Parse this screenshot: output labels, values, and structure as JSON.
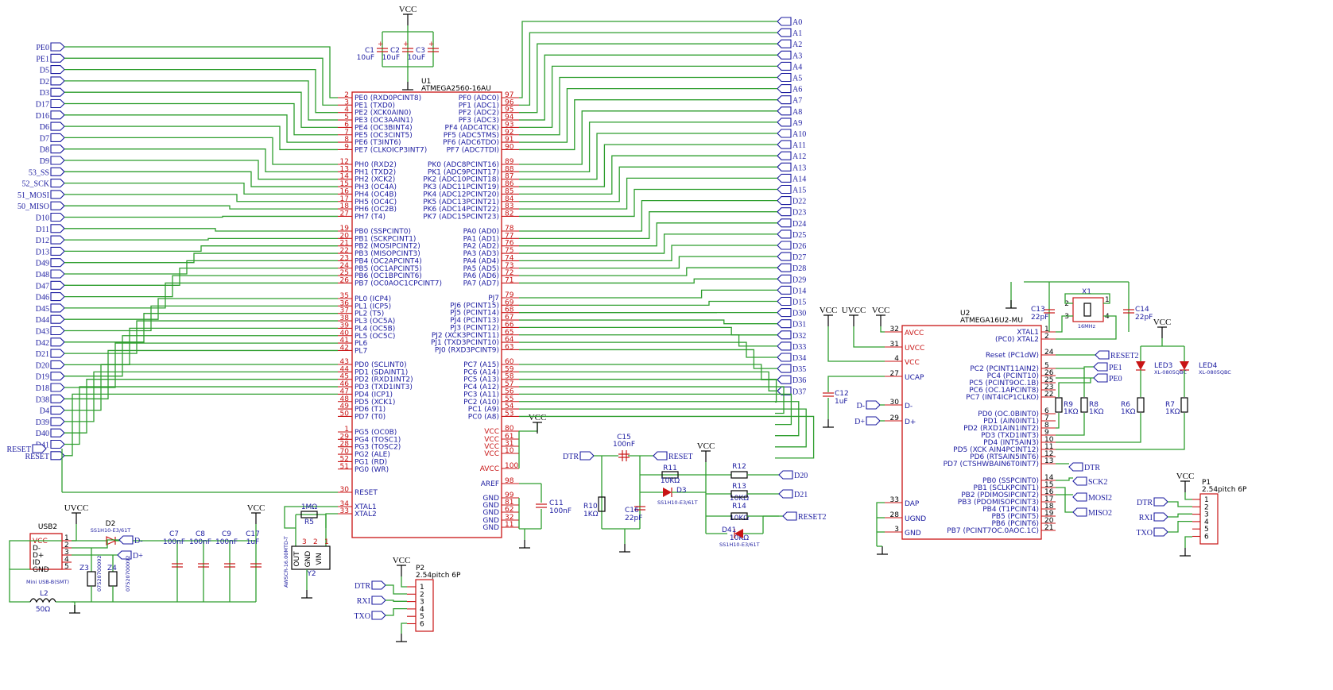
{
  "u1": {
    "ref": "U1",
    "value": "ATMEGA2560-16AU",
    "left_pins": [
      {
        "name": "PE0 (RXD0PCINT8)",
        "num": "2",
        "net": "PE0"
      },
      {
        "name": "PE1 (TXD0)",
        "num": "3",
        "net": "PE1"
      },
      {
        "name": "PE2 (XCK0AIN0)",
        "num": "4",
        "net": "D5"
      },
      {
        "name": "PE3 (OC3AAIN1)",
        "num": "5",
        "net": "D2"
      },
      {
        "name": "PE4 (OC3BINT4)",
        "num": "6",
        "net": "D3"
      },
      {
        "name": "PE5 (OC3CINT5)",
        "num": "7",
        "net": "D17"
      },
      {
        "name": "PE6 (T3INT6)",
        "num": "8",
        "net": "D16"
      },
      {
        "name": "PE7 (CLKOICP3INT7)",
        "num": "9",
        "net": "D6"
      },
      {
        "name": "PH0 (RXD2)",
        "num": "12",
        "net": "D7"
      },
      {
        "name": "PH1 (TXD2)",
        "num": "13",
        "net": "D8"
      },
      {
        "name": "PH2 (XCK2)",
        "num": "14",
        "net": "D9"
      },
      {
        "name": "PH3 (OC4A)",
        "num": "15",
        "net": "53_SS"
      },
      {
        "name": "PH4 (OC4B)",
        "num": "16",
        "net": "52_SCK"
      },
      {
        "name": "PH5 (OC4C)",
        "num": "17",
        "net": "51_MOSI"
      },
      {
        "name": "PH6 (OC2B)",
        "num": "18",
        "net": "50_MISO"
      },
      {
        "name": "PH7 (T4)",
        "num": "27",
        "net": "D10"
      },
      {
        "name": "PB0 (SSPCINT0)",
        "num": "19",
        "net": "D11"
      },
      {
        "name": "PB1 (SCKPCINT1)",
        "num": "20",
        "net": "D12"
      },
      {
        "name": "PB2 (MOSIPCINT2)",
        "num": "21",
        "net": "D13"
      },
      {
        "name": "PB3 (MISOPCINT3)",
        "num": "22",
        "net": "D49"
      },
      {
        "name": "PB4 (OC2APCINT4)",
        "num": "23",
        "net": "D48"
      },
      {
        "name": "PB5 (OC1APCINT5)",
        "num": "24",
        "net": "D47"
      },
      {
        "name": "PB6 (OC1BPCINT6)",
        "num": "25",
        "net": "D46"
      },
      {
        "name": "PB7 (OC0AOC1CPCINT7)",
        "num": "26",
        "net": "D45"
      },
      {
        "name": "PL0 (ICP4)",
        "num": "35",
        "net": "D44"
      },
      {
        "name": "PL1 (ICP5)",
        "num": "36",
        "net": "D43"
      },
      {
        "name": "PL2 (T5)",
        "num": "37",
        "net": "D42"
      },
      {
        "name": "PL3 (OC5A)",
        "num": "38",
        "net": "D21"
      },
      {
        "name": "PL4 (OC5B)",
        "num": "39",
        "net": "D20"
      },
      {
        "name": "PL5 (OC5C)",
        "num": "40",
        "net": "D19"
      },
      {
        "name": "PL6",
        "num": "41",
        "net": "D18"
      },
      {
        "name": "PL7",
        "num": "42",
        "net": "D38"
      },
      {
        "name": "PD0 (SCLINT0)",
        "num": "43",
        "net": "D4"
      },
      {
        "name": "PD1 (SDAINT1)",
        "num": "44",
        "net": "D39"
      },
      {
        "name": "PD2 (RXD1INT2)",
        "num": "45",
        "net": "D40"
      },
      {
        "name": "PD3 (TXD1INT3)",
        "num": "46",
        "net": "D41"
      },
      {
        "name": "PD4 (ICP1)",
        "num": "47",
        "net": "RESET"
      },
      {
        "name": "PD5 (XCK1)",
        "num": "48",
        "net": ""
      },
      {
        "name": "PD6 (T1)",
        "num": "49",
        "net": ""
      },
      {
        "name": "PD7 (T0)",
        "num": "50",
        "net": ""
      },
      {
        "name": "PG5 (OC0B)",
        "num": "1",
        "net": ""
      },
      {
        "name": "PG4 (TOSC1)",
        "num": "29",
        "net": ""
      },
      {
        "name": "PG3 (TOSC2)",
        "num": "28",
        "net": ""
      },
      {
        "name": "PG2 (ALE)",
        "num": "70",
        "net": ""
      },
      {
        "name": "PG1 (RD)",
        "num": "52",
        "net": ""
      },
      {
        "name": "PG0 (WR)",
        "num": "51",
        "net": ""
      },
      {
        "name": "RESET",
        "num": "30",
        "net": ""
      },
      {
        "name": "XTAL1",
        "num": "34",
        "net": ""
      },
      {
        "name": "XTAL2",
        "num": "33",
        "net": ""
      }
    ],
    "right_pins": [
      {
        "name": "PF0 (ADC0)",
        "num": "97",
        "net": "A0"
      },
      {
        "name": "PF1 (ADC1)",
        "num": "96",
        "net": "A1"
      },
      {
        "name": "PF2 (ADC2)",
        "num": "95",
        "net": "A2"
      },
      {
        "name": "PF3 (ADC3)",
        "num": "94",
        "net": "A3"
      },
      {
        "name": "PF4 (ADC4TCK)",
        "num": "93",
        "net": "A4"
      },
      {
        "name": "PF5 (ADC5TMS)",
        "num": "92",
        "net": "A5"
      },
      {
        "name": "PF6 (ADC6TDO)",
        "num": "91",
        "net": "A6"
      },
      {
        "name": "PF7 (ADC7TDI)",
        "num": "90",
        "net": "A7"
      },
      {
        "name": "PK0 (ADC8PCINT16)",
        "num": "89",
        "net": "A8"
      },
      {
        "name": "PK1 (ADC9PCINT17)",
        "num": "88",
        "net": "A9"
      },
      {
        "name": "PK2 (ADC10PCINT18)",
        "num": "87",
        "net": "A10"
      },
      {
        "name": "PK3 (ADC11PCINT19)",
        "num": "86",
        "net": "A11"
      },
      {
        "name": "PK4 (ADC12PCINT20)",
        "num": "85",
        "net": "A12"
      },
      {
        "name": "PK5 (ADC13PCINT21)",
        "num": "84",
        "net": "A13"
      },
      {
        "name": "PK6 (ADC14PCINT22)",
        "num": "83",
        "net": "A14"
      },
      {
        "name": "PK7 (ADC15PCINT23)",
        "num": "82",
        "net": "A15"
      },
      {
        "name": "PA0 (AD0)",
        "num": "78",
        "net": "D22"
      },
      {
        "name": "PA1 (AD1)",
        "num": "77",
        "net": "D23"
      },
      {
        "name": "PA2 (AD2)",
        "num": "76",
        "net": "D24"
      },
      {
        "name": "PA3 (AD3)",
        "num": "75",
        "net": "D25"
      },
      {
        "name": "PA4 (AD4)",
        "num": "74",
        "net": "D26"
      },
      {
        "name": "PA5 (AD5)",
        "num": "73",
        "net": "D27"
      },
      {
        "name": "PA6 (AD6)",
        "num": "72",
        "net": "D28"
      },
      {
        "name": "PA7 (AD7)",
        "num": "71",
        "net": "D29"
      },
      {
        "name": "PJ7",
        "num": "79",
        "net": "D14"
      },
      {
        "name": "PJ6 (PCINT15)",
        "num": "69",
        "net": "D15"
      },
      {
        "name": "PJ5 (PCINT14)",
        "num": "68",
        "net": "D30"
      },
      {
        "name": "PJ4 (PCINT13)",
        "num": "67",
        "net": "D31"
      },
      {
        "name": "PJ3 (PCINT12)",
        "num": "66",
        "net": "D32"
      },
      {
        "name": "PJ2 (XCK3PCINT11)",
        "num": "65",
        "net": "D33"
      },
      {
        "name": "PJ1 (TXD3PCINT10)",
        "num": "64",
        "net": "D34"
      },
      {
        "name": "PJ0 (RXD3PCINT9)",
        "num": "63",
        "net": "D35"
      },
      {
        "name": "PC7 (A15)",
        "num": "60",
        "net": "D36"
      },
      {
        "name": "PC6 (A14)",
        "num": "59",
        "net": "D37"
      },
      {
        "name": "PC5 (A13)",
        "num": "58",
        "net": ""
      },
      {
        "name": "PC4 (A12)",
        "num": "57",
        "net": ""
      },
      {
        "name": "PC3 (A11)",
        "num": "56",
        "net": ""
      },
      {
        "name": "PC2 (A10)",
        "num": "55",
        "net": ""
      },
      {
        "name": "PC1 (A9)",
        "num": "54",
        "net": ""
      },
      {
        "name": "PC0 (A8)",
        "num": "53",
        "net": ""
      }
    ],
    "power_pins": [
      {
        "name": "VCC",
        "num": "80"
      },
      {
        "name": "VCC",
        "num": "61"
      },
      {
        "name": "VCC",
        "num": "31"
      },
      {
        "name": "VCC",
        "num": "10"
      },
      {
        "name": "AVCC",
        "num": "100"
      }
    ],
    "aref": {
      "name": "AREF",
      "num": "98"
    },
    "gnd_pins": [
      {
        "name": "GND",
        "num": "99"
      },
      {
        "name": "GND",
        "num": "81"
      },
      {
        "name": "GND",
        "num": "62"
      },
      {
        "name": "GND",
        "num": "32"
      },
      {
        "name": "GND",
        "num": "11"
      }
    ]
  },
  "caps_top": [
    {
      "ref": "C1",
      "value": "10uF"
    },
    {
      "ref": "C2",
      "value": "10uF"
    },
    {
      "ref": "C3",
      "value": "10uF"
    }
  ],
  "power_labels": {
    "vcc": "VCC",
    "uvcc": "UVCC"
  },
  "c11": {
    "ref": "C11",
    "value": "100nF"
  },
  "r5": {
    "ref": "R5",
    "value": "1MΩ"
  },
  "y2": {
    "ref": "Y2",
    "value": "AWSCR-16.00MTD-T",
    "pins": [
      "OUT",
      "GND",
      "VIN"
    ],
    "nums": [
      "3",
      "2",
      "1"
    ]
  },
  "usb": {
    "ref": "USB2",
    "value": "Mini USB-B(SMT)",
    "pins": [
      "VCC",
      "D-",
      "D+",
      "ID",
      "GND"
    ],
    "nums": [
      "1",
      "2",
      "3",
      "4",
      "5"
    ],
    "d2": {
      "ref": "D2",
      "value": "SS1H10-E3/61T"
    },
    "l2": {
      "ref": "L2",
      "value": "50Ω"
    },
    "z3": {
      "ref": "Z3",
      "value": "07520700092"
    },
    "z4": {
      "ref": "Z4",
      "value": "07520700092"
    },
    "dminus": "D-",
    "dplus": "D+"
  },
  "caps_usb": [
    {
      "ref": "C7",
      "value": "100nF"
    },
    {
      "ref": "C8",
      "value": "100nF"
    },
    {
      "ref": "C9",
      "value": "100nF"
    },
    {
      "ref": "C17",
      "value": "1uF"
    }
  ],
  "p2": {
    "ref": "P2",
    "value": "2.54pitch 6P",
    "signals": [
      "DTR",
      "RXI",
      "TXO"
    ],
    "nums": [
      "1",
      "2",
      "3",
      "4",
      "5",
      "6"
    ]
  },
  "reset_ckt": {
    "dtr": "DTR",
    "reset": "RESET",
    "reset2": "RESET2",
    "c15": {
      "ref": "C15",
      "value": "100nF"
    },
    "r11": {
      "ref": "R11",
      "value": "10KΩ"
    },
    "d3": {
      "ref": "D3",
      "value": "SS1H10-E3/61T"
    },
    "r10": {
      "ref": "R10",
      "value": "1KΩ"
    },
    "c16": {
      "ref": "C16",
      "value": "22pF"
    },
    "r12": {
      "ref": "R12",
      "value": "10KΩ",
      "net": "D20"
    },
    "r13": {
      "ref": "R13",
      "value": "10KΩ",
      "net": "D21"
    },
    "r14": {
      "ref": "R14",
      "value": "10KΩ"
    },
    "d41": {
      "ref": "D41",
      "value": "SS1H10-E3/61T"
    }
  },
  "u2": {
    "ref": "U2",
    "value": "ATMEGA16U2-MU",
    "left_pins": [
      {
        "name": "AVCC",
        "num": "32",
        "red": true
      },
      {
        "name": "UVCC",
        "num": "31",
        "red": true
      },
      {
        "name": "VCC",
        "num": "4",
        "red": true
      },
      {
        "name": "UCAP",
        "num": "27",
        "red": false
      },
      {
        "name": "D-",
        "num": "30",
        "red": false
      },
      {
        "name": "D+",
        "num": "29",
        "red": false
      },
      {
        "name": "DAP",
        "num": "33",
        "red": false
      },
      {
        "name": "UGND",
        "num": "28",
        "red": false
      },
      {
        "name": "GND",
        "num": "3",
        "red": false
      }
    ],
    "right_pins": [
      {
        "name": "XTAL1",
        "num": "1"
      },
      {
        "name": "(PC0) XTAL2",
        "num": "2"
      },
      {
        "name": "Reset (PC1dW)",
        "num": "24"
      },
      {
        "name": "PC2 (PCINT11AIN2)",
        "num": "5"
      },
      {
        "name": "PC4 (PCINT10)",
        "num": "26"
      },
      {
        "name": "PC5 (PCINT9OC.1B)",
        "num": "25"
      },
      {
        "name": "PC6 (OC.1APCINT8)",
        "num": "23"
      },
      {
        "name": "PC7 (INT4ICP1CLKO)",
        "num": "22"
      },
      {
        "name": "PD0 (OC.0BINT0)",
        "num": "6"
      },
      {
        "name": "PD1 (AIN0INT1)",
        "num": "7"
      },
      {
        "name": "PD2 (RXD1AIN1INT2)",
        "num": "8"
      },
      {
        "name": "PD3 (TXD1INT3)",
        "num": "9"
      },
      {
        "name": "PD4 (INT5AIN3)",
        "num": "10"
      },
      {
        "name": "PD5 (XCK AIN4PCINT12)",
        "num": "11"
      },
      {
        "name": "PD6 (RTSAIN5INT6)",
        "num": "12"
      },
      {
        "name": "PD7 (CTSHWBAIN6T0INT7)",
        "num": "13"
      },
      {
        "name": "PB0 (SSPCINT0)",
        "num": "14"
      },
      {
        "name": "PB1 (SCLKPCINT1)",
        "num": "15"
      },
      {
        "name": "PB2 (PDIMOSIPCINT2)",
        "num": "16"
      },
      {
        "name": "PB3 (PDOMISOPCINT3)",
        "num": "17"
      },
      {
        "name": "PB4 (T1PCINT4)",
        "num": "18"
      },
      {
        "name": "PB5 (PCINT5)",
        "num": "19"
      },
      {
        "name": "PB6 (PCINT6)",
        "num": "20"
      },
      {
        "name": "PB7 (PCINT7OC.0AOC.1C)",
        "num": "21"
      }
    ],
    "nets": {
      "reset2": "RESET2",
      "pe1": "PE1",
      "pe0": "PE0",
      "dtr": "DTR",
      "sck2": "SCK2",
      "mosi2": "MOSI2",
      "miso2": "MISO2",
      "dm": "D-",
      "dp": "D+"
    }
  },
  "u2_parts": {
    "x1": {
      "ref": "X1",
      "value": "16MHz",
      "nums": [
        "1",
        "2",
        "3",
        "4"
      ]
    },
    "c13": {
      "ref": "C13",
      "value": "22pF"
    },
    "c14": {
      "ref": "C14",
      "value": "22pF"
    },
    "c12": {
      "ref": "C12",
      "value": "1uF"
    },
    "r9": {
      "ref": "R9",
      "value": "1KΩ"
    },
    "r8": {
      "ref": "R8",
      "value": "1KΩ"
    },
    "r6": {
      "ref": "R6",
      "value": "1KΩ"
    },
    "r7": {
      "ref": "R7",
      "value": "1KΩ"
    },
    "led3": {
      "ref": "LED3",
      "value": "XL-0805QBC"
    },
    "led4": {
      "ref": "LED4",
      "value": "XL-0805QBC"
    }
  },
  "p1": {
    "ref": "P1",
    "value": "2.54pitch 6P",
    "signals": [
      "DTR",
      "RXI",
      "TXO"
    ],
    "nums": [
      "1",
      "2",
      "3",
      "4",
      "5",
      "6"
    ]
  }
}
